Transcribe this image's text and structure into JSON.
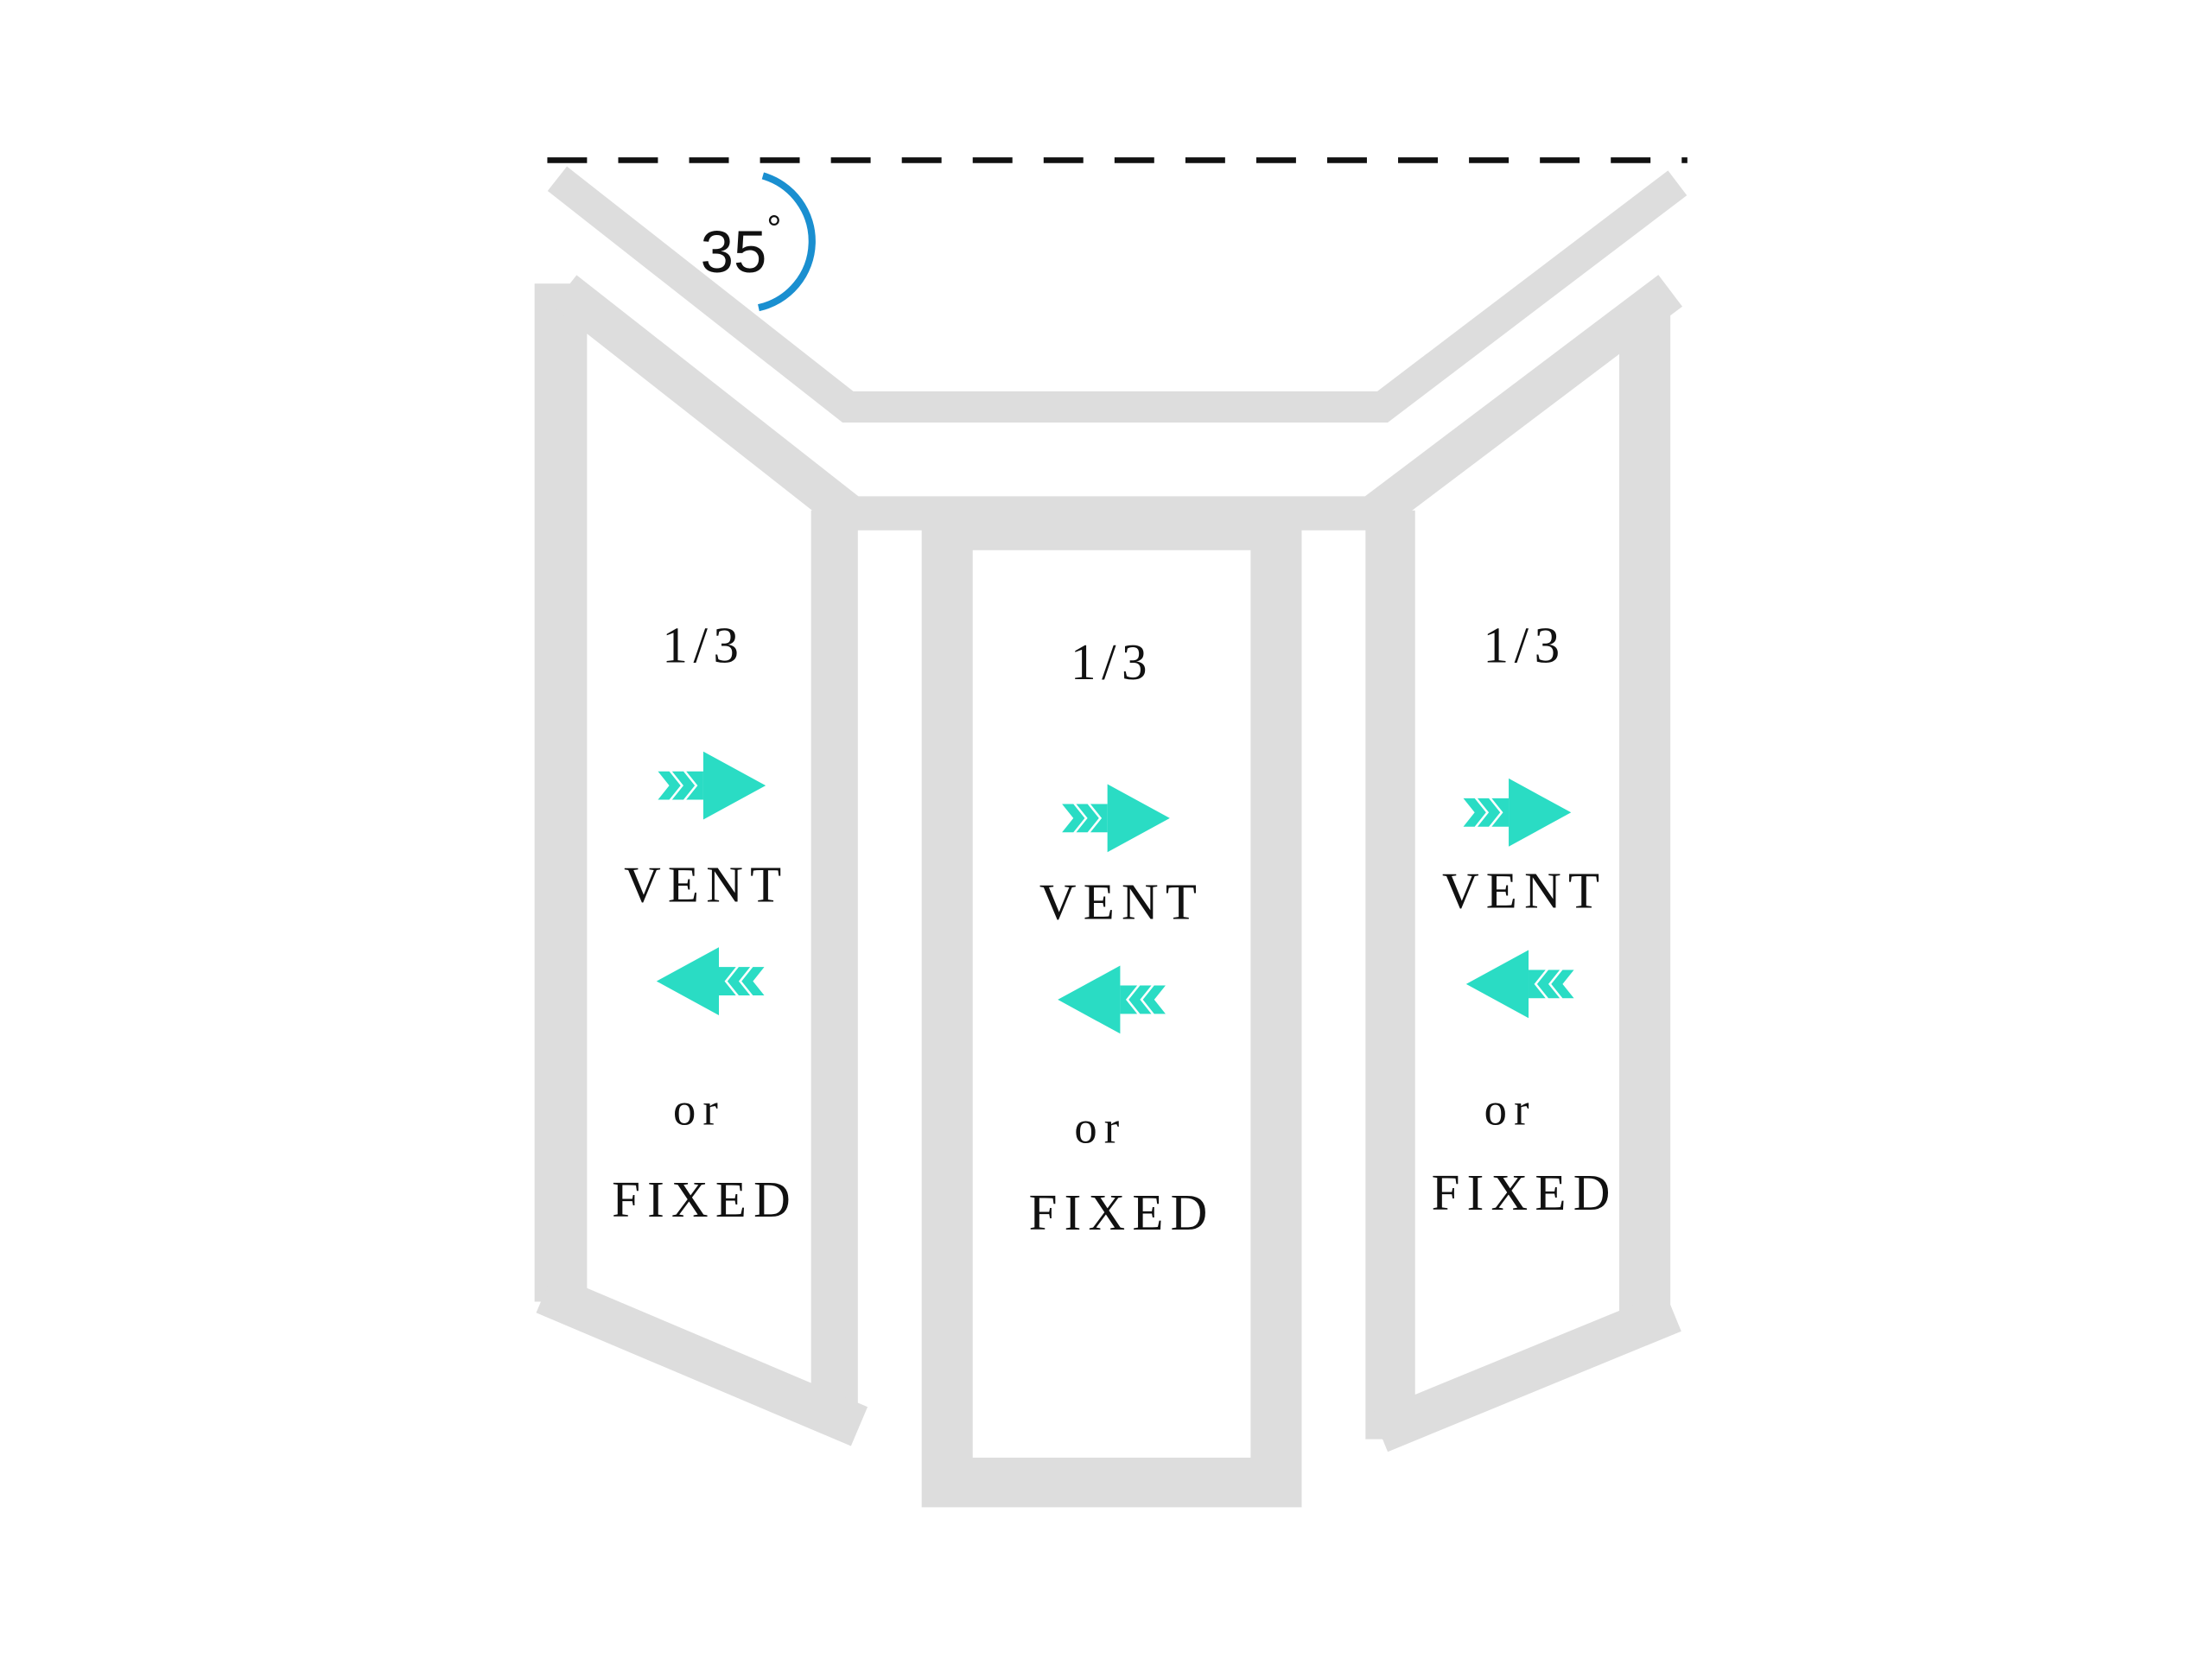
{
  "angle": {
    "value_label": "35",
    "degree_symbol": "°",
    "degrees": 35
  },
  "colors": {
    "frame": "#dddddd",
    "arrow": "#2adcc4",
    "arc": "#1a8fd0",
    "dash": "#111111"
  },
  "panels": [
    {
      "fraction": "1/3",
      "vent": "VENT",
      "or": "or",
      "fixed": "FIXED"
    },
    {
      "fraction": "1/3",
      "vent": "VENT",
      "or": "or",
      "fixed": "FIXED"
    },
    {
      "fraction": "1/3",
      "vent": "VENT",
      "or": "or",
      "fixed": "FIXED"
    }
  ],
  "icons": {
    "right": "arrow-right-icon",
    "left": "arrow-left-icon"
  }
}
